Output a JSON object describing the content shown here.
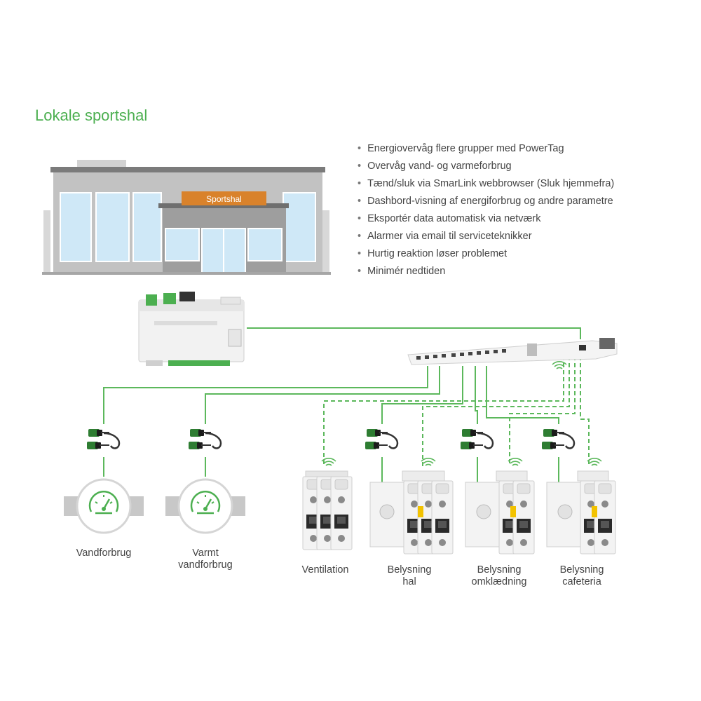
{
  "title": "Lokale sportshal",
  "building": {
    "sign": "Sportshal"
  },
  "bullets": [
    "Energiovervåg flere grupper med PowerTag",
    "Overvåg vand- og varmeforbrug",
    "Tænd/sluk via SmarLink webbrowser (Sluk hjemmefra)",
    "Dashbord-visning af energiforbrug og andre parametre",
    "Eksportér data automatisk via netværk",
    "Alarmer via email til serviceteknikker",
    "Hurtig reaktion løser problemet",
    "Minimér nedtiden"
  ],
  "meters": [
    {
      "line1": "Vandforbrug",
      "line2": ""
    },
    {
      "line1": "Varmt",
      "line2": "vandforbrug"
    }
  ],
  "breakers": [
    {
      "line1": "Ventilation",
      "line2": ""
    },
    {
      "line1": "Belysning",
      "line2": "hal"
    },
    {
      "line1": "Belysning",
      "line2": "omklædning"
    },
    {
      "line1": "Belysning",
      "line2": "cafeteria"
    }
  ],
  "colors": {
    "accent_green": "#4caf50",
    "sign_orange": "#d9822b",
    "window_blue": "#cfe8f7",
    "building_gray": "#b8b8b8"
  }
}
